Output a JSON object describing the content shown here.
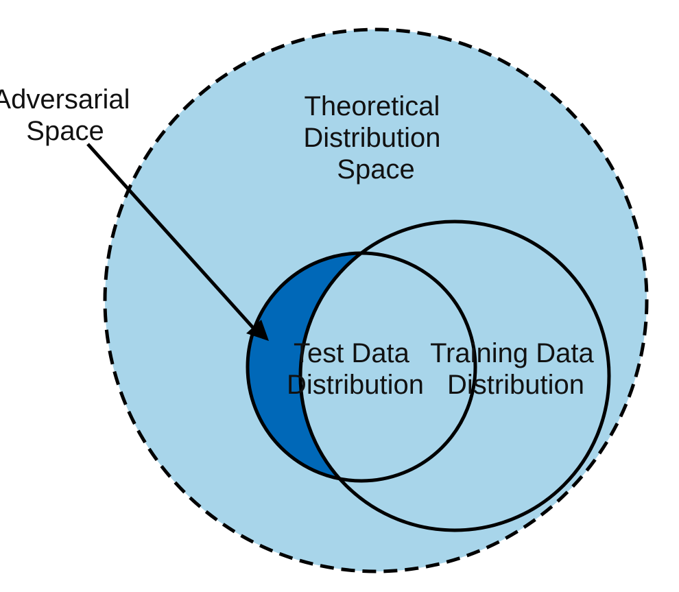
{
  "labels": {
    "theoretical_space": [
      "Theoretical",
      "Distribution",
      "Space"
    ],
    "adversarial_space": [
      "Adversarial",
      "Space"
    ],
    "test_data": [
      "Test Data",
      "Distribution"
    ],
    "training_data": [
      "Training Data",
      "Distribution"
    ]
  },
  "colors": {
    "theoretical_fill": "#a8d5ea",
    "adversarial_fill": "#0068b8",
    "stroke": "#000000"
  }
}
